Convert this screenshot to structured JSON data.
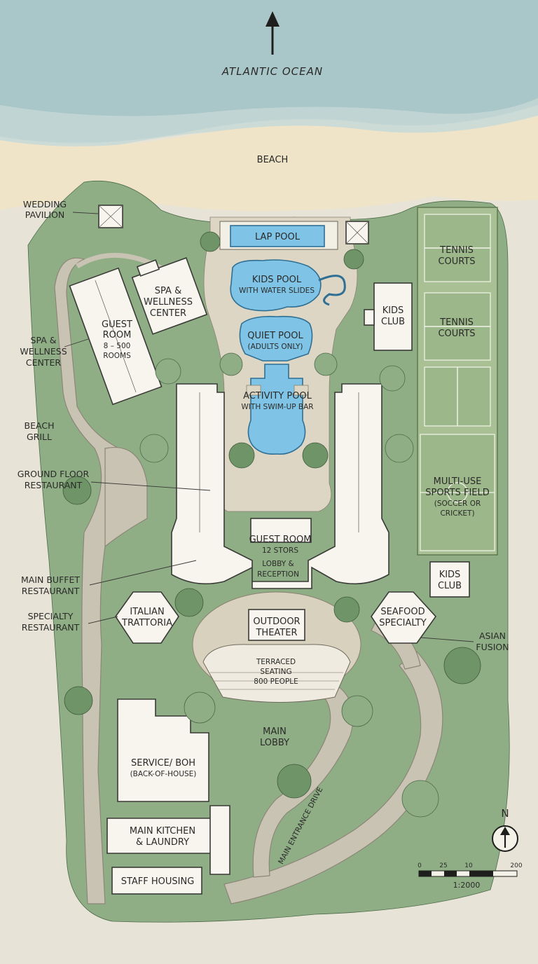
{
  "map": {
    "ocean_label": "ATLANTIC OCEAN",
    "beach_label": "BEACH",
    "labels": {
      "wedding_pavilion_1": "WEDDING",
      "wedding_pavilion_2": "PAVILION",
      "lap_pool": "LAP POOL",
      "kids_pool_1": "KIDS POOL",
      "kids_pool_2": "WITH WATER SLIDES",
      "quiet_pool_1": "QUIET POOL",
      "quiet_pool_2": "(ADULTS ONLY)",
      "activity_pool_1": "ACTIVITY POOL",
      "activity_pool_2": "WITH SWIM-UP BAR",
      "spa_center_1": "SPA &",
      "spa_center_2": "WELLNESS",
      "spa_center_3": "CENTER",
      "guest_room_west_1": "GUEST",
      "guest_room_west_2": "ROOM",
      "guest_room_west_3": "8 – 500",
      "guest_room_west_4": "ROOMS",
      "kids_club_north_1": "KIDS",
      "kids_club_north_2": "CLUB",
      "tennis_courts_1a": "TENNIS",
      "tennis_courts_1b": "COURTS",
      "tennis_courts_2a": "TENNIS",
      "tennis_courts_2b": "COURTS",
      "sports_field_1": "MULTI-USE",
      "sports_field_2": "SPORTS FIELD",
      "sports_field_3": "(SOCCER OR",
      "sports_field_4": "CRICKET)",
      "guest_room_main_1": "GUEST ROOM",
      "guest_room_main_2": "12 STORS",
      "lobby_1": "LOBBY &",
      "lobby_2": "RECEPTION",
      "kids_club_south_1": "KIDS",
      "kids_club_south_2": "CLUB",
      "seafood_1": "SEAFOOD",
      "seafood_2": "SPECIALTY",
      "asian_1": "ASIAN",
      "asian_2": "FUSION",
      "italian_1": "ITALIAN",
      "italian_2": "TRATTORIA",
      "outdoor_theater_1": "OUTDOOR",
      "outdoor_theater_2": "THEATER",
      "terraced_1": "TERRACED",
      "terraced_2": "SEATING",
      "terraced_3": "800 PEOPLE",
      "main_lobby_1": "MAIN",
      "main_lobby_2": "LOBBY",
      "service_1": "SERVICE/ BOH",
      "service_2": "(BACK-OF-HOUSE)",
      "kitchen_1": "MAIN KITCHEN",
      "kitchen_2": "& LAUNDRY",
      "staff_housing": "STAFF HOUSING",
      "main_entrance_drive": "MAIN ENTRANCE DRIVE",
      "spa_side_1": "SPA &",
      "spa_side_2": "WELLNESS",
      "spa_side_3": "CENTER",
      "beach_grill_1": "BEACH",
      "beach_grill_2": "GRILL",
      "ground_floor_1": "GROUND FLOOR",
      "ground_floor_2": "RESTAURANT",
      "main_buffet_1": "MAIN BUFFET",
      "main_buffet_2": "RESTAURANT",
      "specialty_1": "SPECIALTY",
      "specialty_2": "RESTAURANT"
    },
    "north_label": "N",
    "scale_ticks": [
      "0",
      "25",
      "10",
      "200"
    ],
    "scale_ratio": "1:2000",
    "colors": {
      "ocean": "#a9c6c8",
      "sand": "#efe4c8",
      "pool": "#7fc4e6",
      "vegetation": "#8fae86",
      "building": "#f7f5ee"
    }
  }
}
